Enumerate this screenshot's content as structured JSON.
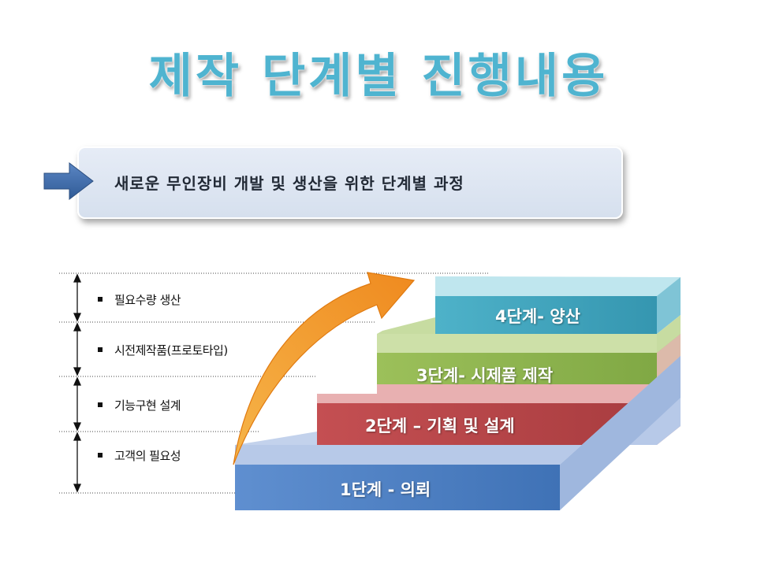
{
  "title": "제작 단계별 진행내용",
  "subtitle": "새로운 무인장비 개발 및 생산을 위한 단계별 과정",
  "levels": [
    {
      "label": "필요수량 생산"
    },
    {
      "label": "시전제작품(프로토타입)"
    },
    {
      "label": "기능구현 설계"
    },
    {
      "label": "고객의 필요성"
    }
  ],
  "steps": [
    {
      "label": "1단계  - 의뢰",
      "color": "#4a7ec2"
    },
    {
      "label": "2단계 – 기획 및 설계",
      "color": "#b84447"
    },
    {
      "label": "3단계- 시제품 제작",
      "color": "#8fb44f"
    },
    {
      "label": "4단계- 양산",
      "color": "#3fa4bd"
    }
  ],
  "colors": {
    "title": "#4fb4d0",
    "arrow": "#f0962a",
    "pointer_arrow": "#3d6aa8"
  },
  "icons": [
    "right-arrow-icon",
    "curved-arrow-icon",
    "double-arrow-icon"
  ]
}
